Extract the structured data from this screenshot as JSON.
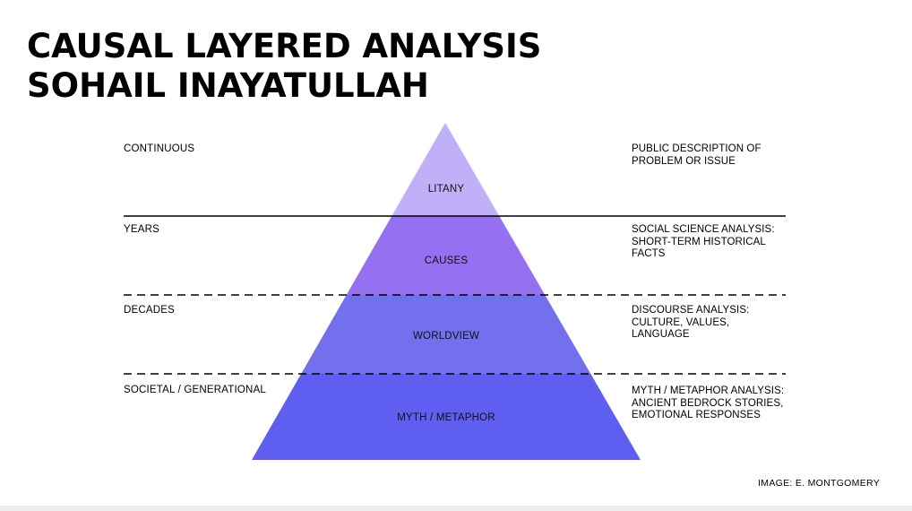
{
  "title": {
    "line1": "CAUSAL LAYERED ANALYSIS",
    "line2": "SOHAIL INAYATULLAH"
  },
  "colors": {
    "litany": "#c0b0f8",
    "causes": "#9570f0",
    "worldview": "#7270ec",
    "myth": "#5e5ef0",
    "separator": "#000000"
  },
  "layers": [
    {
      "name": "LITANY",
      "timescale": "CONTINUOUS",
      "description": "PUBLIC DESCRIPTION OF\nPROBLEM OR ISSUE",
      "separator": "solid"
    },
    {
      "name": "CAUSES",
      "timescale": "YEARS",
      "description": "SOCIAL SCIENCE ANALYSIS:\nSHORT-TERM HISTORICAL\nFACTS",
      "separator": "dashed"
    },
    {
      "name": "WORLDVIEW",
      "timescale": "DECADES",
      "description": "DISCOURSE ANALYSIS:\nCULTURE, VALUES,\nLANGUAGE",
      "separator": "dashed"
    },
    {
      "name": "MYTH / METAPHOR",
      "timescale": "SOCIETAL / GENERATIONAL",
      "description": "MYTH / METAPHOR ANALYSIS:\nANCIENT BEDROCK STORIES,\nEMOTIONAL RESPONSES",
      "separator": "none"
    }
  ],
  "credit": "IMAGE: E. MONTGOMERY"
}
